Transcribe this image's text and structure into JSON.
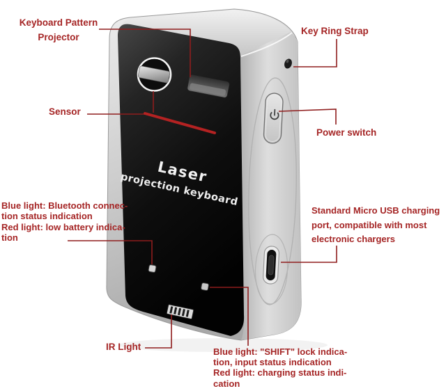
{
  "colors": {
    "label_red": "#a52525",
    "line_red": "#8f1d1d",
    "beam_red": "#b42222",
    "device_face": "#141414",
    "device_silver": "#cfcfcf",
    "background": "#ffffff",
    "brand_text": "#f2f2f2"
  },
  "device": {
    "brand_line1": "Laser",
    "brand_line2": "projection keyboard"
  },
  "annotations": {
    "keyboard_pattern_projector": {
      "lines": [
        "Keyboard Pattern",
        "Projector"
      ]
    },
    "key_ring_strap": {
      "label": "Key Ring Strap"
    },
    "sensor": {
      "label": "Sensor"
    },
    "power_switch": {
      "label": "Power switch"
    },
    "status_leds_note": {
      "lines": [
        "Blue light: Bluetooth connec-",
        "tion status indication",
        "Red light: low battery indica-",
        "tion"
      ]
    },
    "usb_note": {
      "lines": [
        "Standard Micro USB charging",
        "port, compatible with most",
        "electronic chargers"
      ]
    },
    "ir_light": {
      "label": "IR Light"
    },
    "shift_led_note": {
      "lines": [
        "Blue light: \"SHIFT\" lock indica-",
        "tion, input status indication",
        "Red light: charging status indi-",
        "cation"
      ]
    }
  }
}
